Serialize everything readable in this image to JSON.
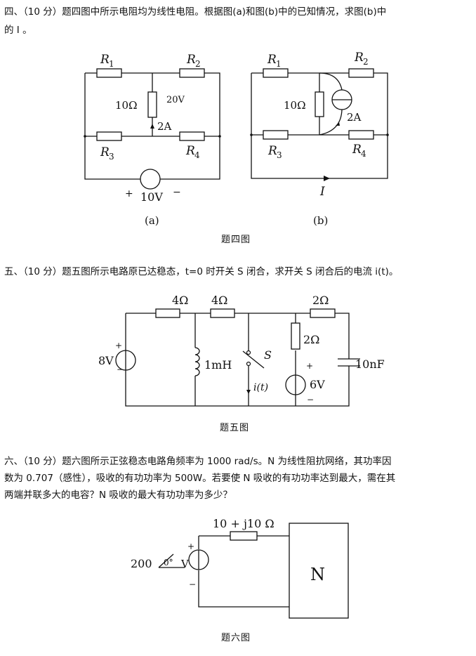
{
  "problem4": {
    "line1": "四、（10 分）题四图中所示电阻均为线性电阻。根据图(a)和图(b)中的已知情况，求图(b)中",
    "line2": "的 I 。",
    "caption": "题四图",
    "fig_a": {
      "label": "(a)",
      "R1": "R",
      "R1_sub": "1",
      "R2": "R",
      "R2_sub": "2",
      "R3": "R",
      "R3_sub": "3",
      "R4": "R",
      "R4_sub": "4",
      "center_resistor": "10Ω",
      "voltage_note": "20V",
      "current": "2A",
      "source": "10V",
      "plus": "+",
      "minus": "−"
    },
    "fig_b": {
      "label": "(b)",
      "R1": "R",
      "R1_sub": "1",
      "R2": "R",
      "R2_sub": "2",
      "R3": "R",
      "R3_sub": "3",
      "R4": "R",
      "R4_sub": "4",
      "center_resistor": "10Ω",
      "current_source": "2A",
      "unknown": "I"
    }
  },
  "problem5": {
    "line1": "五、（10 分）题五图所示电路原已达稳态，t=0 时开关 S 闭合，求开关 S 闭合后的电流 i(t)。",
    "caption": "题五图",
    "circuit": {
      "r1": "4Ω",
      "r2": "4Ω",
      "r3": "2Ω",
      "r4": "2Ω",
      "source1": "8V",
      "inductor": "1mH",
      "switch": "S",
      "current": "i(t)",
      "source2": "6V",
      "capacitor": "10nF",
      "plus": "+",
      "minus": "−"
    }
  },
  "problem6": {
    "line1": "六、（10 分）题六图所示正弦稳态电路角频率为 1000 rad/s。N 为线性阻抗网络，其功率因",
    "line2": "数为 0.707（感性），吸收的有功功率为 500W。若要使 N 吸收的有功功率达到最大，需在其",
    "line3": "两端并联多大的电容？N 吸收的最大有功功率为多少？",
    "caption": "题六图",
    "circuit": {
      "impedance": "10 + j10 Ω",
      "source_mag": "200",
      "source_angle": "0°",
      "source_unit": "V",
      "network": "N",
      "plus": "+",
      "minus": "−"
    }
  }
}
